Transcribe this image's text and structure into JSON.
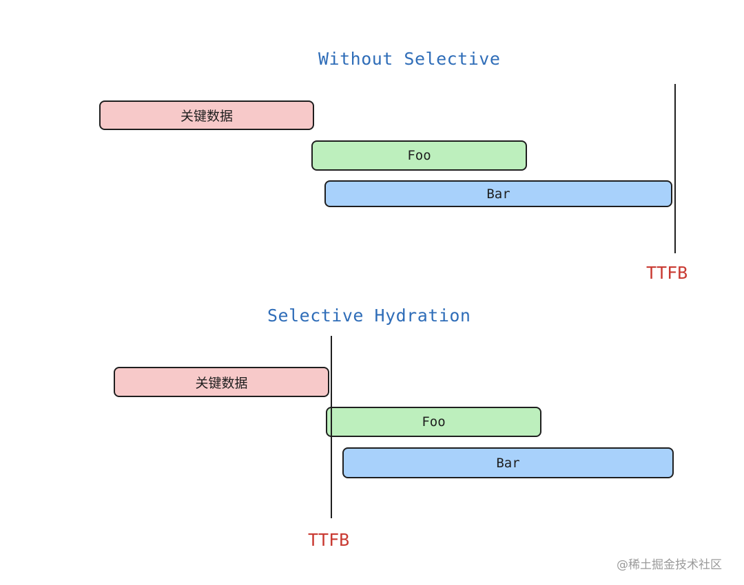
{
  "colors": {
    "title": "#2f6db8",
    "ttfb": "#c93a32",
    "critical": "#f7c9c9",
    "foo": "#bdefbd",
    "bar": "#a8d1fb",
    "stroke": "#1e1e1e",
    "watermark": "#9a9a9a"
  },
  "top_section": {
    "title": "Without Selective",
    "bars": {
      "critical": "关键数据",
      "foo": "Foo",
      "bar": "Bar"
    },
    "marker_label": "TTFB"
  },
  "bottom_section": {
    "title": "Selective Hydration",
    "bars": {
      "critical": "关键数据",
      "foo": "Foo",
      "bar": "Bar"
    },
    "marker_label": "TTFB"
  },
  "watermark": "@稀土掘金技术社区"
}
